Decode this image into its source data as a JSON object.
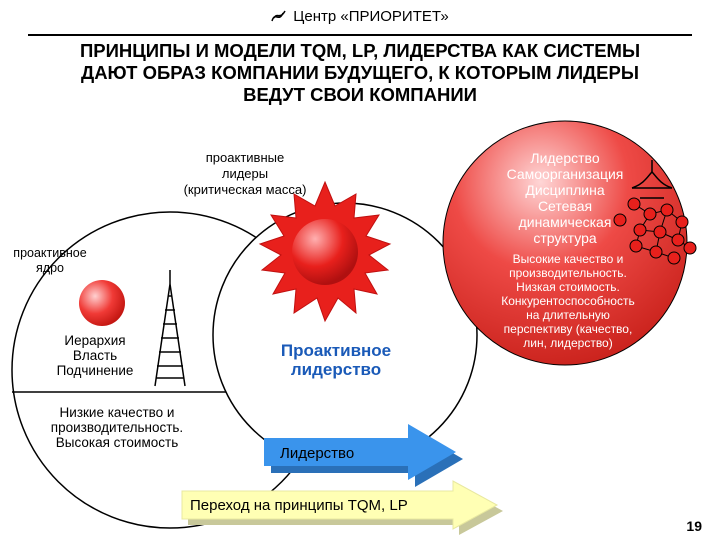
{
  "header": {
    "logo_icon": "swirl-logo-icon",
    "title": "Центр «ПРИОРИТЕТ»"
  },
  "headline": [
    "ПРИНЦИПЫ И МОДЕЛИ TQM, LP, ЛИДЕРСТВА КАК СИСТЕМЫ",
    "ДАЮТ ОБРАЗ КОМПАНИИ БУДУЩЕГО, К КОТОРЫМ ЛИДЕРЫ",
    "ВЕДУТ СВОИ КОМПАНИИ"
  ],
  "left_circle": {
    "core_label": [
      "проактивное",
      "ядро"
    ],
    "hierarchy": [
      "Иерархия",
      "Власть",
      "Подчинение"
    ],
    "low_quality": [
      "Низкие качество и",
      "производительность.",
      "Высокая стоимость"
    ]
  },
  "middle": {
    "leaders_label": [
      "проактивные",
      "лидеры",
      "(критическая масса)"
    ],
    "proactive": [
      "Проактивное",
      "лидерство"
    ]
  },
  "right_circle": {
    "structure": [
      "Лидерство",
      "Самоорганизация",
      "Дисциплина",
      "Сетевая",
      "динамическая",
      "структура"
    ],
    "benefits": [
      "Высокие качество и",
      "производительность.",
      "Низкая стоимость.",
      "Конкурентоспособность",
      "на длительную",
      "перспективу (качество,",
      "лин, лидерство)"
    ]
  },
  "arrows": {
    "leadership": "Лидерство",
    "transition": "Переход на принципы TQM, LP"
  },
  "colors": {
    "blue_arrow": "#2f8be6",
    "yellow_arrow": "#ffffb0",
    "red": "#e0201c"
  },
  "page_number": "19"
}
